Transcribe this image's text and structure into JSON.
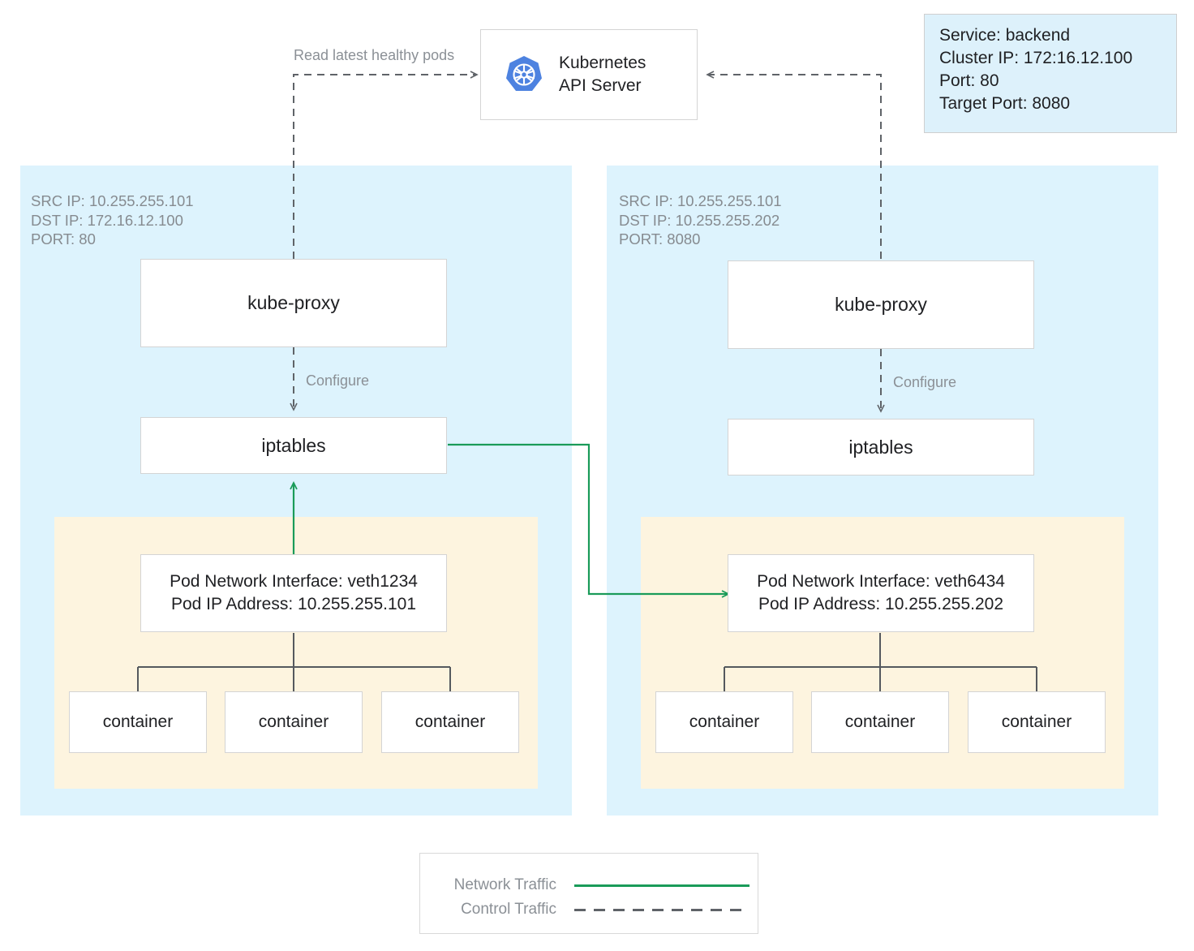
{
  "diagram": {
    "title": "Kubernetes kube-proxy iptables service routing",
    "colors": {
      "node_bg": "#ddf3fd",
      "pod_bg": "#fdf4df",
      "service_bg": "#ddf1fb",
      "network_traffic": "#1a9b59",
      "control_traffic": "#5f6368",
      "box_border": "#d4d4d4",
      "label_gray": "#868b90",
      "k8s_blue": "#4d82e0"
    }
  },
  "api_server": {
    "icon": "kubernetes-logo-icon",
    "title": "Kubernetes\nAPI Server"
  },
  "service_info": {
    "text": "Service: backend\nCluster IP: 172:16.12.100\nPort: 80\nTarget Port: 8080",
    "lines": [
      "Service: backend",
      "Cluster IP: 172:16.12.100",
      "Port: 80",
      "Target Port: 8080"
    ]
  },
  "edge_labels": {
    "read_pods": "Read latest healthy pods",
    "configure_left": "Configure",
    "configure_right": "Configure"
  },
  "nodes": [
    {
      "id": "node-left",
      "ip_info": "SRC IP: 10.255.255.101\nDST IP: 172.16.12.100\nPORT: 80",
      "ip_lines": [
        "SRC IP: 10.255.255.101",
        "DST IP: 172.16.12.100",
        "PORT: 80"
      ],
      "kube_proxy": "kube-proxy",
      "iptables": "iptables",
      "pod": {
        "interface_line": "Pod Network Interface: veth1234",
        "ip_line": "Pod IP Address: 10.255.255.101",
        "containers": [
          "container",
          "container",
          "container"
        ]
      }
    },
    {
      "id": "node-right",
      "ip_info": "SRC IP: 10.255.255.101\nDST IP: 10.255.255.202\nPORT: 8080",
      "ip_lines": [
        "SRC IP: 10.255.255.101",
        "DST IP: 10.255.255.202",
        "PORT: 8080"
      ],
      "kube_proxy": "kube-proxy",
      "iptables": "iptables",
      "pod": {
        "interface_line": "Pod Network Interface: veth6434",
        "ip_line": "Pod IP Address: 10.255.255.202",
        "containers": [
          "container",
          "container",
          "container"
        ]
      }
    }
  ],
  "legend": {
    "rows": [
      {
        "label": "Network Traffic",
        "style": "solid",
        "color": "#1a9b59"
      },
      {
        "label": "Control Traffic",
        "style": "dashed",
        "color": "#5f6368"
      }
    ]
  }
}
